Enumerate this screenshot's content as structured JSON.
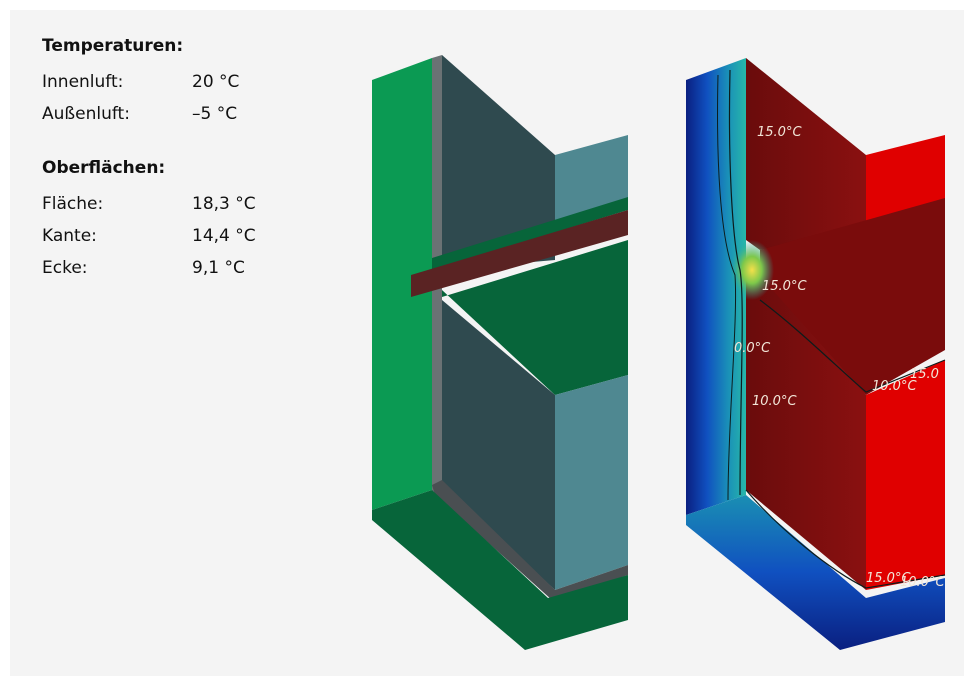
{
  "temperaturen": {
    "heading": "Temperaturen:",
    "rows": [
      {
        "label": "Innenluft:",
        "value": "20 °C"
      },
      {
        "label": "Außenluft:",
        "value": "–5 °C"
      }
    ]
  },
  "oberflaechen": {
    "heading": "Oberflächen:",
    "rows": [
      {
        "label": "Fläche:",
        "value": "18,3 °C"
      },
      {
        "label": "Kante:",
        "value": "14,4 °C"
      },
      {
        "label": "Ecke:",
        "value": "9,1 °C"
      }
    ]
  },
  "isotherms": [
    "15.0°C",
    "15.0°C",
    "10.0°C",
    "10.0°C",
    "10.0°C",
    "15.0",
    "15.0°C",
    "0.0°C"
  ],
  "colors": {
    "panel": "#f4f4f4",
    "wall_green": "#0b9a53",
    "wall_dark": "#2f4a4f",
    "wall_light": "#4f8891",
    "slab_green": "#07653a",
    "beam": "#5a2323",
    "hot": "#e00000",
    "warm_dark": "#7a0c0c",
    "cold": "#0a2d9a",
    "cyan": "#1ea7a8"
  }
}
